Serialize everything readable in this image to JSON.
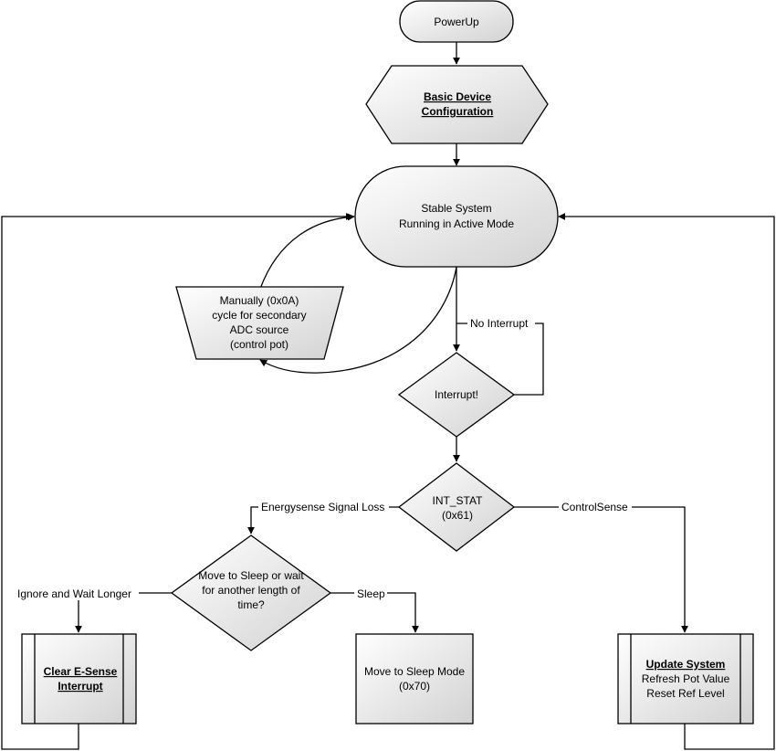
{
  "nodes": {
    "powerup": {
      "lines": [
        "PowerUp"
      ]
    },
    "basic_config": {
      "lines": [
        "Basic Device",
        "Configuration"
      ]
    },
    "stable": {
      "lines": [
        "Stable System",
        "Running in Active Mode"
      ]
    },
    "manual": {
      "lines": [
        "Manually (0x0A)",
        "cycle for  secondary",
        "ADC source",
        "(control pot)"
      ]
    },
    "interrupt": {
      "lines": [
        "Interrupt!"
      ]
    },
    "int_stat": {
      "lines": [
        "INT_STAT",
        "(0x61)"
      ]
    },
    "sleep_decision": {
      "lines": [
        "Move to Sleep or wait",
        "for another length of",
        "time?"
      ]
    },
    "clear_esense": {
      "lines": [
        "Clear E-Sense",
        "Interrupt"
      ]
    },
    "sleep_mode": {
      "lines": [
        "Move to Sleep Mode",
        "(0x70)"
      ]
    },
    "update_system": {
      "lines": [
        "Update System",
        "Refresh Pot Value",
        "Reset Ref Level"
      ]
    }
  },
  "edge_labels": {
    "no_interrupt": "No Interrupt",
    "energysense_loss": "Energysense Signal Loss",
    "controlsense": "ControlSense",
    "ignore_wait": "Ignore and Wait Longer",
    "sleep": "Sleep"
  }
}
